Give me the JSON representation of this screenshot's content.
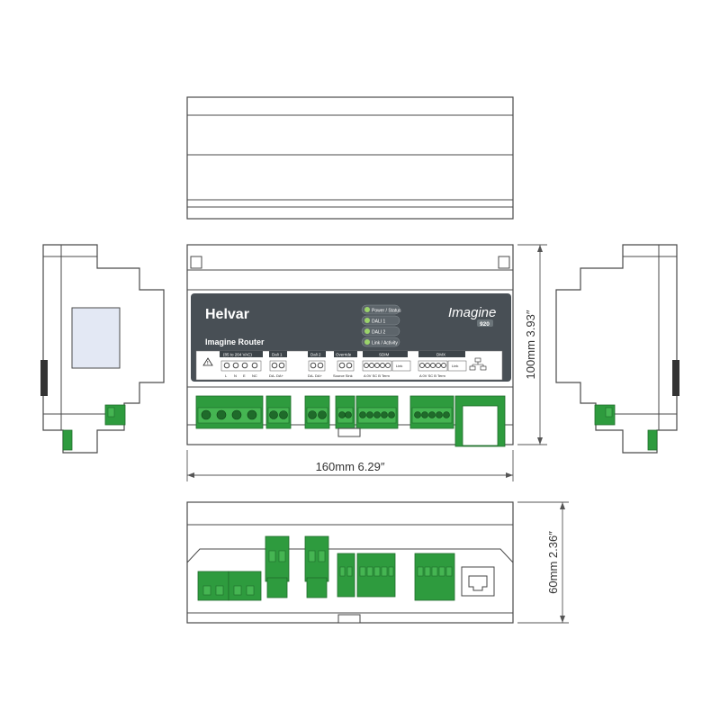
{
  "dimensions": {
    "width": "160mm   6.29″",
    "height": "100mm   3.93″",
    "depth": "60mm   2.36″"
  },
  "front_label": {
    "brand": "Helvar",
    "product": "Imagine Router",
    "series_logo": "Imagine",
    "model": "920",
    "leds": [
      "Power / Status",
      "DALI 1",
      "DALI 2",
      "Link / Activity"
    ],
    "warning_icon": "warning-triangle-icon",
    "terminal_groups": {
      "mains": "(85 to 264 VAC)",
      "mains_pins": [
        "L",
        "N",
        "E",
        "NC"
      ],
      "dali1": "Dali 1",
      "dali1_pins": "DA-  DA+",
      "dali2": "Dali 2",
      "dali2_pins": "DA-  DA+",
      "override": "Override",
      "override_pins": "Source  Sink",
      "sdim": "SDIM",
      "sdim_pins": "A  0V  SC  B  Term",
      "link": "Link",
      "dmx": "DMX",
      "dmx_pins": "A  0V  SC  B  Term",
      "network_icon": "network-icon"
    }
  },
  "colors": {
    "terminal_green": "#2e9b3e",
    "label_panel": "#484f55",
    "outline": "#4a4a4a"
  }
}
